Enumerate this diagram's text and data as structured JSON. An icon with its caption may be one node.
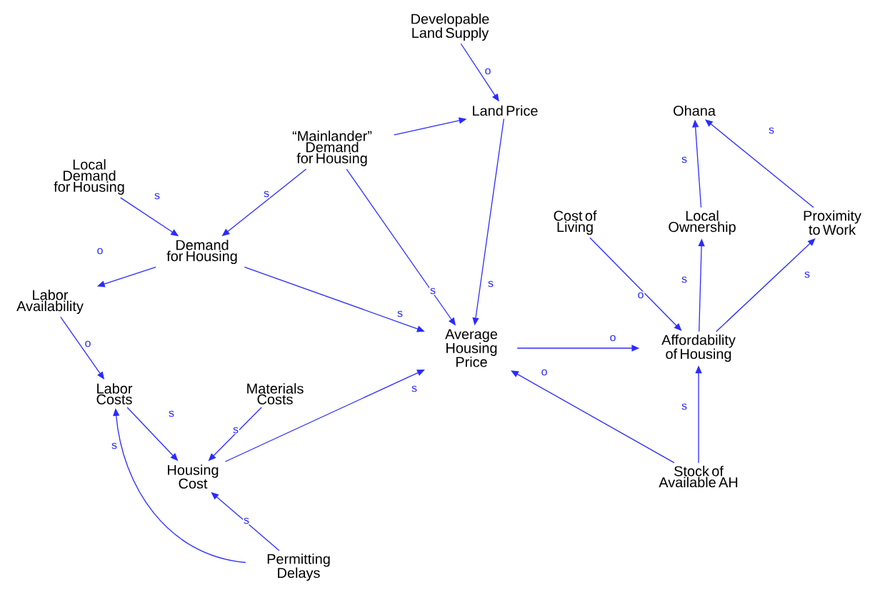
{
  "diagram": {
    "nodes": [
      {
        "text": [
          "Developable Land Supply"
        ]
      },
      {
        "text": [
          "Land Price"
        ]
      },
      {
        "text": [
          "“Mainlander” Demand for Housing"
        ]
      },
      {
        "text": [
          "Ohana"
        ]
      },
      {
        "text": [
          "Local Demand for Housing"
        ]
      },
      {
        "text": [
          "Demand for Housing"
        ]
      },
      {
        "text": [
          "Cost of Living"
        ]
      },
      {
        "text": [
          "Local Ownership"
        ]
      },
      {
        "text": [
          "Proximity to Work"
        ]
      },
      {
        "text": [
          "Labor Availability"
        ]
      },
      {
        "text": [
          "Average Housing Price"
        ]
      },
      {
        "text": [
          "Affordability of Housing"
        ]
      },
      {
        "text": [
          "Labor Costs"
        ]
      },
      {
        "text": [
          "Materials Costs"
        ]
      },
      {
        "text": [
          "Housing Cost"
        ]
      },
      {
        "text": [
          "Stock of Available AH"
        ]
      },
      {
        "text": [
          "Permitting Delays"
        ]
      }
    ],
    "edges": [
      {
        "from": 0,
        "to": 1,
        "arrow": "to",
        "label": "o"
      },
      {
        "from": 2,
        "to": 1,
        "arrow": "to"
      },
      {
        "from": 1,
        "to": 10,
        "arrow": "to",
        "label": "s"
      },
      {
        "from": 2,
        "to": 5,
        "arrow": "to",
        "label": "s"
      },
      {
        "from": 2,
        "to": 10,
        "arrow": "to",
        "label": "s"
      },
      {
        "from": 4,
        "to": 5,
        "arrow": "to",
        "label": "s"
      },
      {
        "from": 5,
        "to": 9,
        "arrow": "to",
        "label": "o"
      },
      {
        "from": 5,
        "to": 10,
        "arrow": "to",
        "label": "s"
      },
      {
        "from": 9,
        "to": 12,
        "arrow": "to",
        "label": "o"
      },
      {
        "from": 12,
        "to": 14,
        "arrow": "to",
        "label": "s"
      },
      {
        "from": 13,
        "to": 14,
        "arrow": "to",
        "label": "s"
      },
      {
        "from": 14,
        "to": 10,
        "arrow": "to",
        "label": "s"
      },
      {
        "from": 16,
        "to": 14,
        "arrow": "to",
        "label": "s"
      },
      {
        "from": 16,
        "to": 12,
        "arrow": "to",
        "label": "s"
      },
      {
        "from": 10,
        "to": 11,
        "arrow": "to",
        "label": "o"
      },
      {
        "from": 15,
        "to": 10,
        "arrow": "to",
        "label": "o"
      },
      {
        "from": 15,
        "to": 11,
        "arrow": "to",
        "label": "s"
      },
      {
        "from": 6,
        "to": 11,
        "arrow": "to",
        "label": "o"
      },
      {
        "from": 11,
        "to": 7,
        "arrow": "to",
        "label": "s"
      },
      {
        "from": 7,
        "to": 3,
        "arrow": "to",
        "label": "s"
      },
      {
        "from": 11,
        "to": 8,
        "arrow": "to",
        "label": "s"
      },
      {
        "from": 8,
        "to": 3,
        "arrow": "to",
        "label": "s"
      }
    ]
  }
}
